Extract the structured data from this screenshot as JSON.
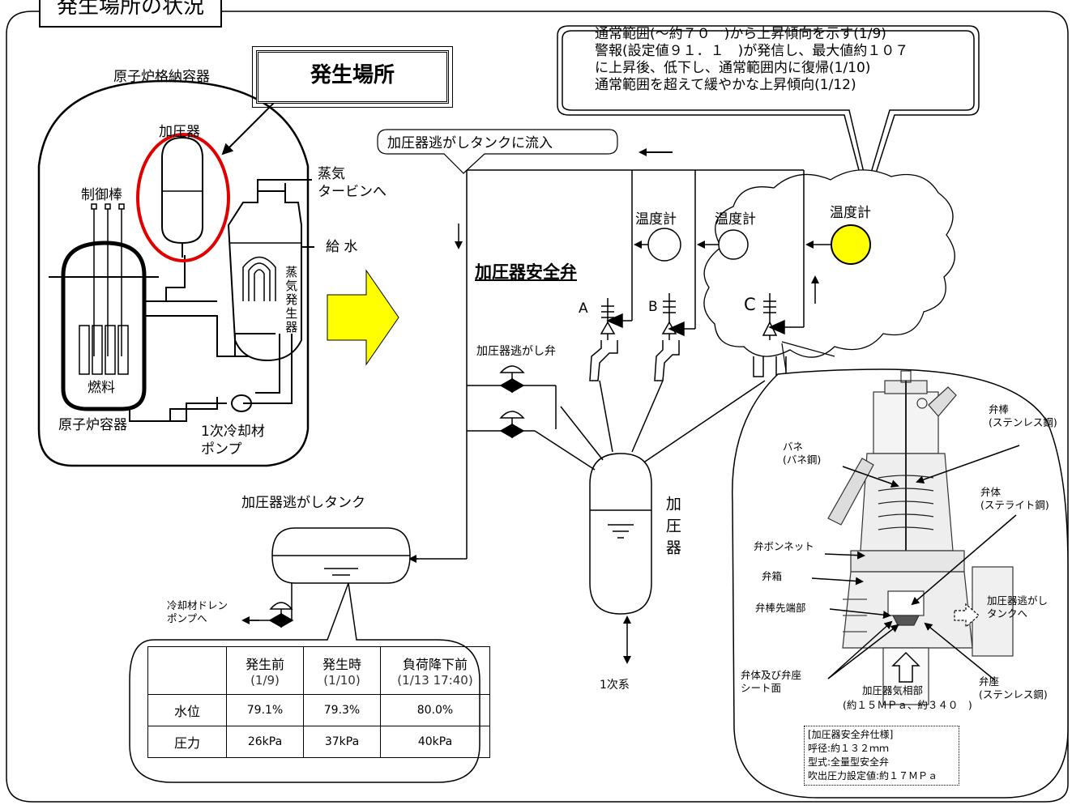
{
  "title": "発生場所の状況",
  "place_label": "発生場所",
  "reactor": {
    "containment": "原子炉格納容器",
    "pressurizer": "加圧器",
    "control_rods": "制御棒",
    "steam_to_turbine": "蒸気\nタービンへ",
    "feedwater": "給 水",
    "steam_generator": "蒸気発生器",
    "fuel": "燃料",
    "vessel": "原子炉容器",
    "pump": "1次冷却材\nポンプ"
  },
  "callout": [
    "通常範囲(～約７０　)から上昇傾向を示す(1/9)",
    "警報(設定値９１．１　)が発信し、最大値約１０７",
    "に上昇後、低下し、通常範囲内に復帰(1/10)",
    "通常範囲を超えて緩やかな上昇傾向(1/12)"
  ],
  "system": {
    "inflow_label": "加圧器逃がしタンクに流入",
    "thermometer_c": "温度計",
    "thermometer_b": "温度計",
    "thermometer_a": "温度計",
    "safety_valve_title": "加圧器安全弁",
    "valve_a": "A",
    "valve_b": "B",
    "valve_c": "C",
    "relief_valve": "加圧器逃がし弁",
    "pressurizer_vertical": "加圧器",
    "relief_tank": "加圧器逃がしタンク",
    "drain_pump": "冷却材ドレン\nポンプへ",
    "primary_system": "1次系"
  },
  "table": {
    "headers": [
      {
        "label": "発生前",
        "date": "(1/9)"
      },
      {
        "label": "発生時",
        "date": "(1/10)"
      },
      {
        "label": "負荷降下前",
        "date": "(1/13 17:40)"
      }
    ],
    "rows": [
      {
        "label": "水位",
        "values": [
          "79.1%",
          "79.3%",
          "80.0%"
        ]
      },
      {
        "label": "圧力",
        "values": [
          "26kPa",
          "37kPa",
          "40kPa"
        ]
      }
    ]
  },
  "valve_detail": {
    "stem": "弁棒\n(ステンレス鋼)",
    "spring": "バネ\n(バネ鋼)",
    "disc": "弁体\n(ステライト鋼)",
    "bonnet": "弁ボンネット",
    "body": "弁箱",
    "stem_tip": "弁棒先端部",
    "to_tank": "加圧器逃がし\nタンクへ",
    "seat_surface": "弁体及び弁座\nシート面",
    "vapor_phase": "加圧器気相部",
    "vapor_conditions": "(約１５ＭＰａ、約３４０　)",
    "seat": "弁座\n(ステンレス鋼)"
  },
  "spec": [
    "[加圧器安全弁仕様]",
    "呼径:約１３２ｍｍ",
    "型式:全量型安全弁",
    "吹出圧力設定値:約１７ＭＰａ"
  ],
  "colors": {
    "highlight_red": "#e00000",
    "arrow_yellow": "#ffff00",
    "gauge_yellow": "#ffff00"
  }
}
